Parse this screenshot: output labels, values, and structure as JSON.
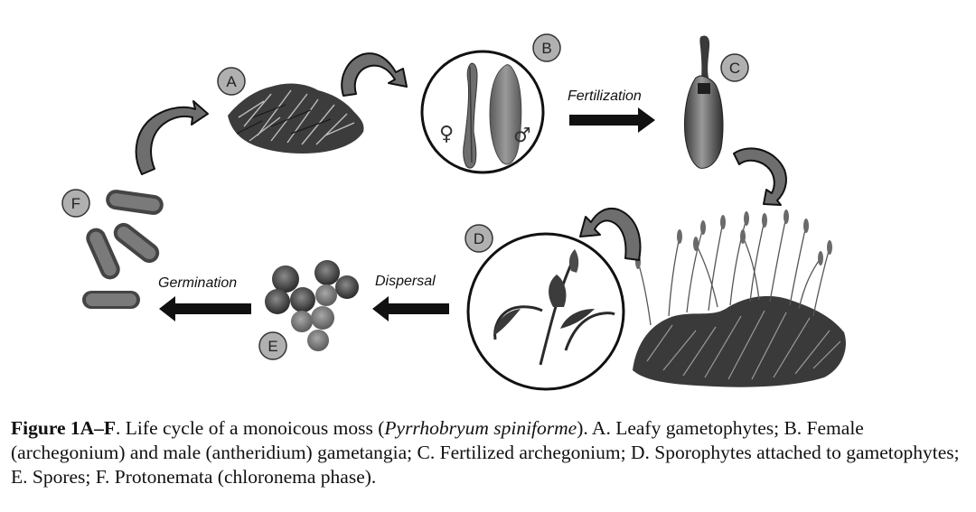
{
  "stages": {
    "A": "A",
    "B": "B",
    "C": "C",
    "D": "D",
    "E": "E",
    "F": "F"
  },
  "arrow_labels": {
    "fertilization": "Fertilization",
    "dispersal": "Dispersal",
    "germination": "Germination"
  },
  "symbols": {
    "female": "♀",
    "male": "♂"
  },
  "caption": {
    "figure_label": "Figure 1A–F",
    "text_1": ". Life cycle of a monoicous moss (",
    "species": "Pyrrhobryum spiniforme",
    "text_2": "). A. Leafy gametophytes; B. Female (archegonium) and male (antheridium) gametangia; C. Fertilized archegonium; D. Sporophytes attached to gametophytes; E. Spores; F. Protonemata (chloronema phase)."
  }
}
